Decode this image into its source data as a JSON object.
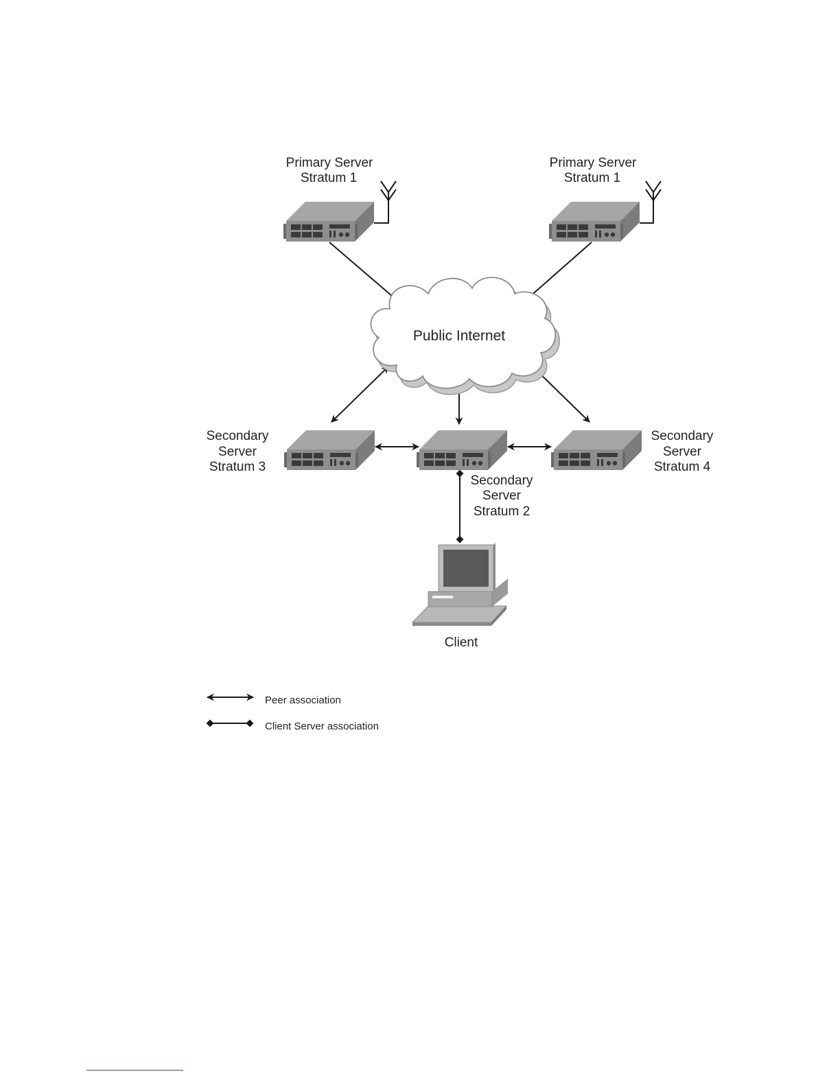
{
  "nodes": {
    "primary_left": {
      "label_lines": [
        "Primary Server",
        "Stratum 1"
      ]
    },
    "primary_right": {
      "label_lines": [
        "Primary Server",
        "Stratum 1"
      ]
    },
    "cloud": {
      "label": "Public Internet"
    },
    "secondary_s3": {
      "label_lines": [
        "Secondary",
        "Server",
        "Stratum 3"
      ]
    },
    "secondary_s2": {
      "label_lines": [
        "Secondary",
        "Server",
        "Stratum 2"
      ]
    },
    "secondary_s4": {
      "label_lines": [
        "Secondary",
        "Server",
        "Stratum 4"
      ]
    },
    "client": {
      "label": "Client"
    }
  },
  "legend": {
    "peer": {
      "label": "Peer association",
      "symbol": "double-arrow"
    },
    "client_server": {
      "label": "Client Server association",
      "symbol": "double-diamond"
    }
  },
  "colors": {
    "line": "#1a1a1a",
    "server_top": "#a6a6a6",
    "server_side": "#7c7c7c",
    "server_front": "#8e8e8e",
    "port": "#3a3a3a",
    "cloud_fill": "#ffffff",
    "cloud_shadow": "#c8c8c8"
  }
}
